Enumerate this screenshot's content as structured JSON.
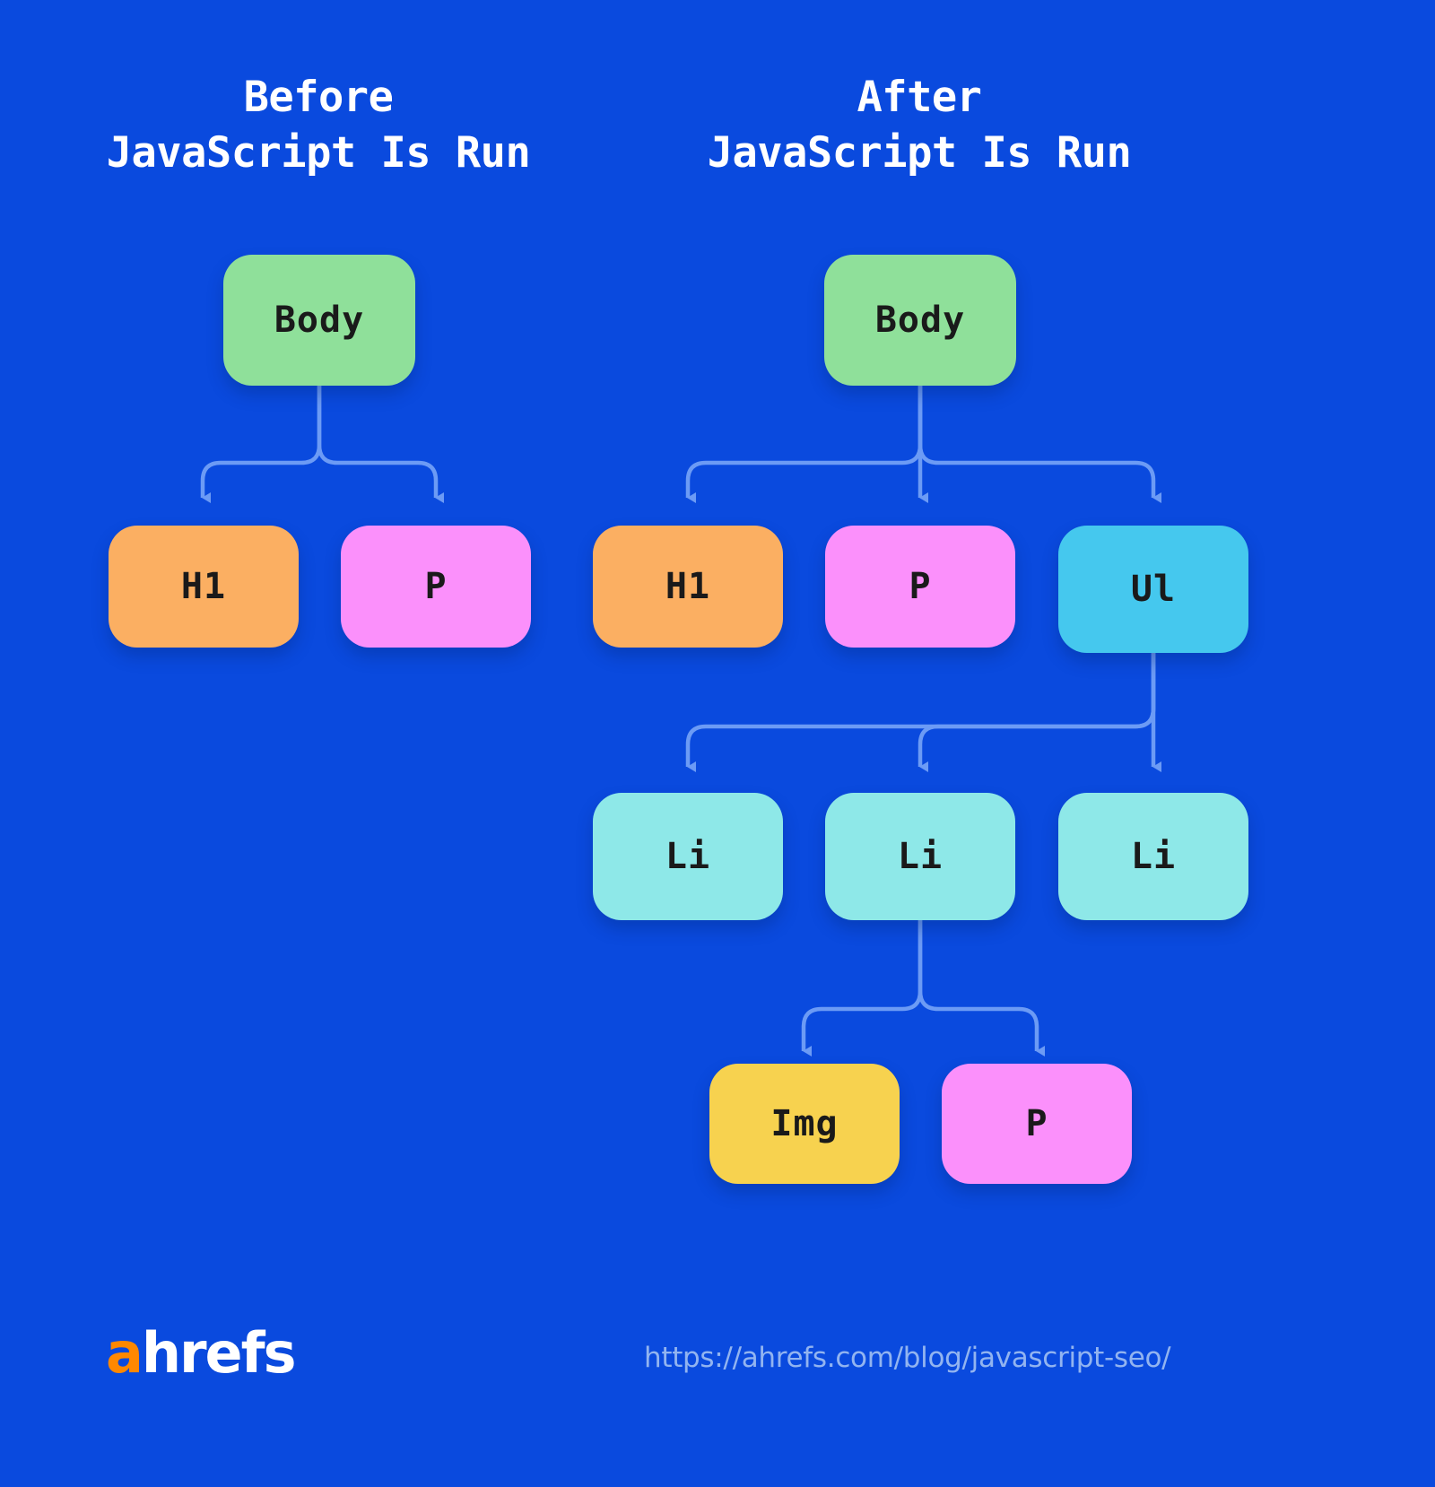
{
  "background_color": "#0A4ADE",
  "titles": {
    "before": "Before\nJavaScript Is Run",
    "after": "After\nJavaScript Is Run"
  },
  "colors": {
    "background": "#0A4ADE",
    "connector": "#6C9BF5",
    "body_green": "#8FE09A",
    "h1_orange": "#FBAF62",
    "p_pink": "#FB90FB",
    "ul_cyan": "#45C8EE",
    "li_turquoise": "#8EE8E8",
    "img_yellow": "#F7D24F",
    "title_white": "#FFFFFF",
    "url_blue": "#92B4F0",
    "logo_orange": "#FF8800"
  },
  "trees": {
    "before": {
      "nodes": [
        {
          "id": "b-body",
          "label": "Body",
          "color": "#8FE09A"
        },
        {
          "id": "b-h1",
          "label": "H1",
          "color": "#FBAF62"
        },
        {
          "id": "b-p",
          "label": "P",
          "color": "#FB90FB"
        }
      ],
      "edges": [
        {
          "from": "b-body",
          "to": "b-h1"
        },
        {
          "from": "b-body",
          "to": "b-p"
        }
      ]
    },
    "after": {
      "nodes": [
        {
          "id": "a-body",
          "label": "Body",
          "color": "#8FE09A"
        },
        {
          "id": "a-h1",
          "label": "H1",
          "color": "#FBAF62"
        },
        {
          "id": "a-p",
          "label": "P",
          "color": "#FB90FB"
        },
        {
          "id": "a-ul",
          "label": "Ul",
          "color": "#45C8EE"
        },
        {
          "id": "a-li1",
          "label": "Li",
          "color": "#8EE8E8"
        },
        {
          "id": "a-li2",
          "label": "Li",
          "color": "#8EE8E8"
        },
        {
          "id": "a-li3",
          "label": "Li",
          "color": "#8EE8E8"
        },
        {
          "id": "a-img",
          "label": "Img",
          "color": "#F7D24F"
        },
        {
          "id": "a-p2",
          "label": "P",
          "color": "#FB90FB"
        }
      ],
      "edges": [
        {
          "from": "a-body",
          "to": "a-h1"
        },
        {
          "from": "a-body",
          "to": "a-p"
        },
        {
          "from": "a-body",
          "to": "a-ul"
        },
        {
          "from": "a-ul",
          "to": "a-li1"
        },
        {
          "from": "a-ul",
          "to": "a-li2"
        },
        {
          "from": "a-ul",
          "to": "a-li3"
        },
        {
          "from": "a-li2",
          "to": "a-img"
        },
        {
          "from": "a-li2",
          "to": "a-p2"
        }
      ]
    }
  },
  "footer": {
    "logo_accent": "a",
    "logo_rest": "hrefs",
    "url": "https://ahrefs.com/blog/javascript-seo/"
  }
}
